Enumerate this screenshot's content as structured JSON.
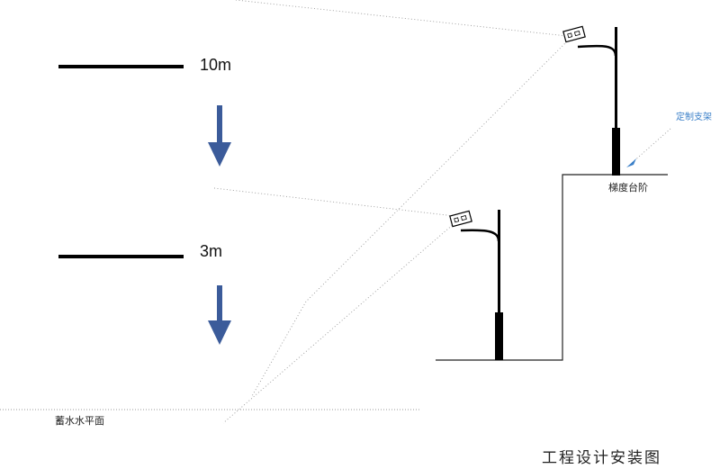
{
  "labels": {
    "level_10m": "10m",
    "level_3m": "3m",
    "reservoir_level": "蓄水水平面",
    "custom_bracket": "定制支架",
    "stepped_platform": "梯度台阶",
    "title": "工程设计安装图"
  },
  "colors": {
    "line": "#000000",
    "arrow": "#3b5b9a",
    "bracket_label": "#3a7fc8",
    "dotted": "#999999"
  },
  "icons": [
    "down-arrow-icon",
    "camera-icon",
    "light-pole-icon"
  ]
}
